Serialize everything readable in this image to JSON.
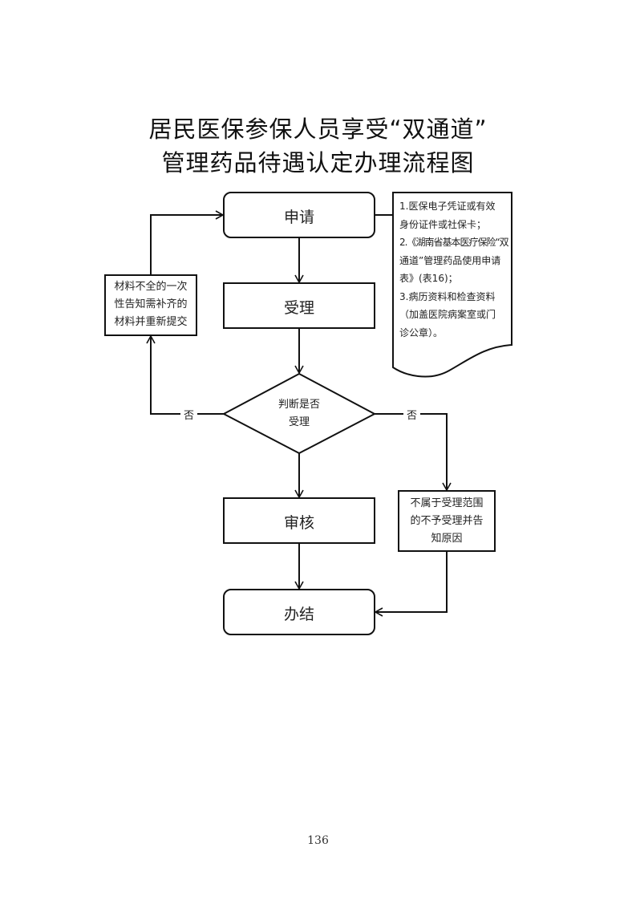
{
  "title": {
    "line1": "居民医保参保人员享受“双通道”",
    "line2": "管理药品待遇认定办理流程图"
  },
  "nodes": {
    "apply": "申请",
    "accept": "受理",
    "decision_line1": "判断是否",
    "decision_line2": "受理",
    "review": "审核",
    "complete": "办结",
    "incomplete_line1": "材料不全的一次",
    "incomplete_line2": "性告知需补齐的",
    "incomplete_line3": "材料并重新提交",
    "out_of_scope_line1": "不属于受理范围",
    "out_of_scope_line2": "的不予受理并告",
    "out_of_scope_line3": "知原因"
  },
  "edge_labels": {
    "no_left": "否",
    "no_right": "否"
  },
  "documents": {
    "lines": [
      "1.医保电子凭证或有效",
      "身份证件或社保卡；",
      "2.《湖南省基本医疗保险“双",
      "通道”管理药品使用申请",
      "表》(表16)；",
      "3.病历资料和检查资料",
      "（加盖医院病案室或门",
      "诊公章）。"
    ]
  },
  "page_number": "136"
}
